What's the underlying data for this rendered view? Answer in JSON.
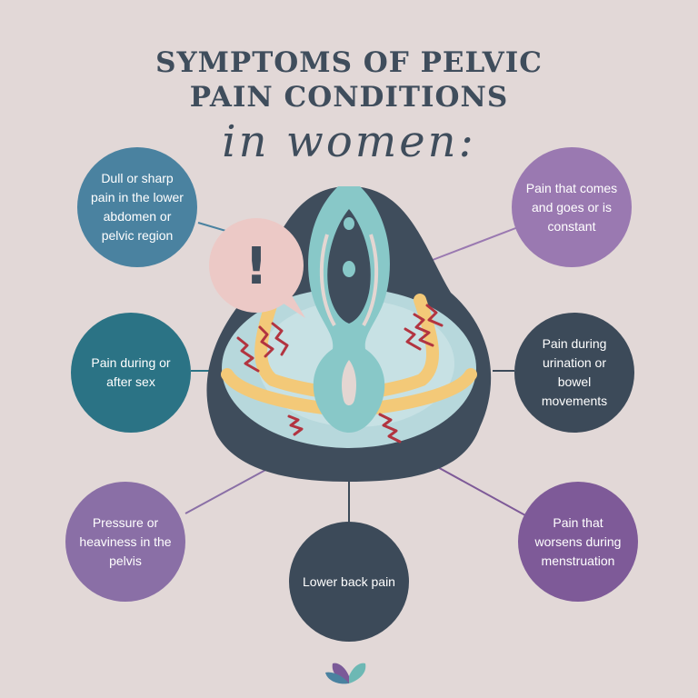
{
  "title": {
    "line1": "SYMPTOMS OF PELVIC",
    "line2": "PAIN CONDITIONS",
    "script": "in women:"
  },
  "symptoms": {
    "top_left": "Dull or sharp pain in the lower abdomen or pelvic region",
    "top_right": "Pain that comes and goes or is constant",
    "mid_left": "Pain during or after sex",
    "mid_right": "Pain during urination or bowel movements",
    "bottom_left": "Pressure or heaviness in the pelvis",
    "bottom_center": "Lower back pain",
    "bottom_right": "Pain that worsens during menstruation"
  },
  "alert_symbol": "!",
  "colors": {
    "background": "#e2d8d7",
    "navy": "#3f4d5c",
    "teal_blue": "#4a82a0",
    "deep_teal": "#2b7385",
    "lavender": "#9a79b1",
    "purple": "#8a6fa6",
    "plum": "#7e5a98",
    "dark_slate": "#3c4a59",
    "mint": "#88c8c8",
    "yellow": "#f3c978",
    "pink": "#ecc9c6",
    "red": "#b23440"
  },
  "icons": [
    "alert-bubble-icon",
    "pelvis-illustration",
    "pain-zigzag-icon",
    "butterfly-logo-icon"
  ]
}
